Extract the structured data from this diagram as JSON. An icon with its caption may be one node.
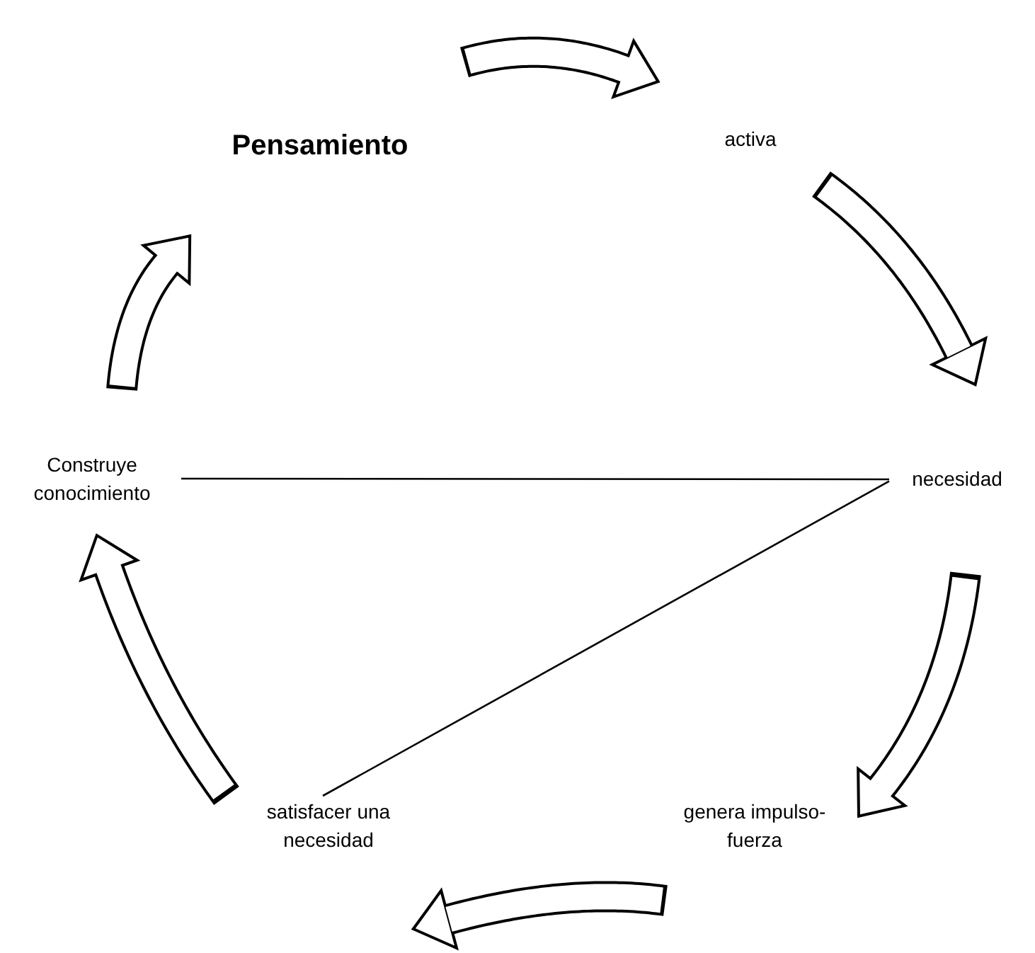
{
  "diagram": {
    "nodes": [
      {
        "text": [
          "Pensamiento"
        ]
      },
      {
        "text": [
          "activa"
        ]
      },
      {
        "text": [
          "necesidad"
        ]
      },
      {
        "text": [
          "genera impulso-fuerza"
        ]
      },
      {
        "text": [
          "satisfacer una necesidad"
        ]
      },
      {
        "text": [
          "Construye conocimiento"
        ]
      }
    ],
    "edges": [
      {
        "from": 0,
        "to": 1,
        "arrow": "to"
      },
      {
        "from": 1,
        "to": 2,
        "arrow": "to"
      },
      {
        "from": 2,
        "to": 3,
        "arrow": "to"
      },
      {
        "from": 3,
        "to": 4,
        "arrow": "to"
      },
      {
        "from": 4,
        "to": 5,
        "arrow": "to"
      },
      {
        "from": 5,
        "to": 0,
        "arrow": "to"
      },
      {
        "from": 5,
        "to": 2,
        "arrow": "none"
      },
      {
        "from": 4,
        "to": 2,
        "arrow": "none"
      }
    ]
  }
}
